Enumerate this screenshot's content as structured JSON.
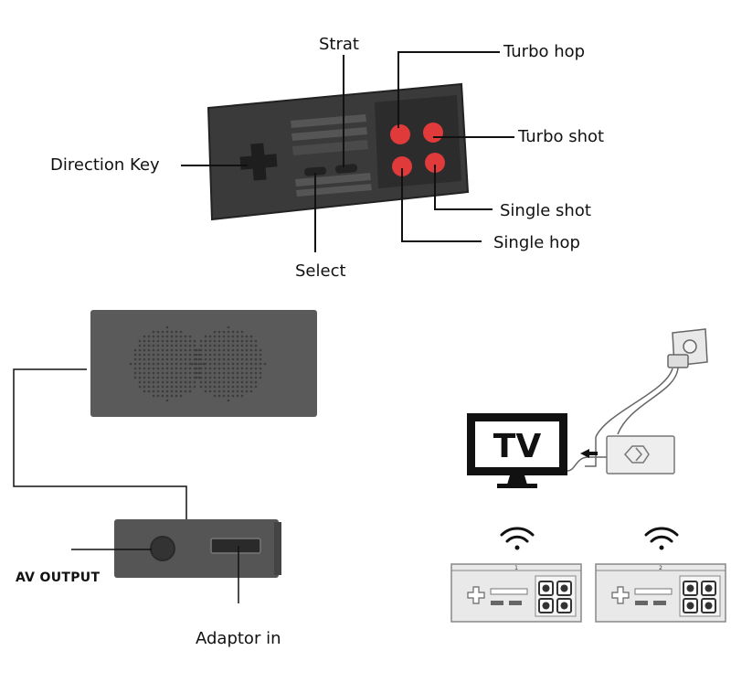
{
  "labels": {
    "strat": "Strat",
    "turbo_hop": "Turbo hop",
    "turbo_shot": "Turbo shot",
    "direction_key": "Direction Key",
    "single_shot": "Single shot",
    "single_hop": "Single hop",
    "select": "Select",
    "av_output": "AV OUTPUT",
    "adaptor_in": "Adaptor in",
    "tv": "TV",
    "controller_1_number": "1",
    "controller_2_number": "2"
  },
  "colors": {
    "controller_body": "#3a3a3a",
    "button_red": "#e03a3a",
    "line": "#111111",
    "console_gray": "#5a5a5a",
    "outline_gray": "#777777"
  },
  "icons": [
    "dpad-icon",
    "speaker-grille-icon",
    "wifi-icon",
    "power-plug-icon",
    "arrow-left-icon"
  ]
}
